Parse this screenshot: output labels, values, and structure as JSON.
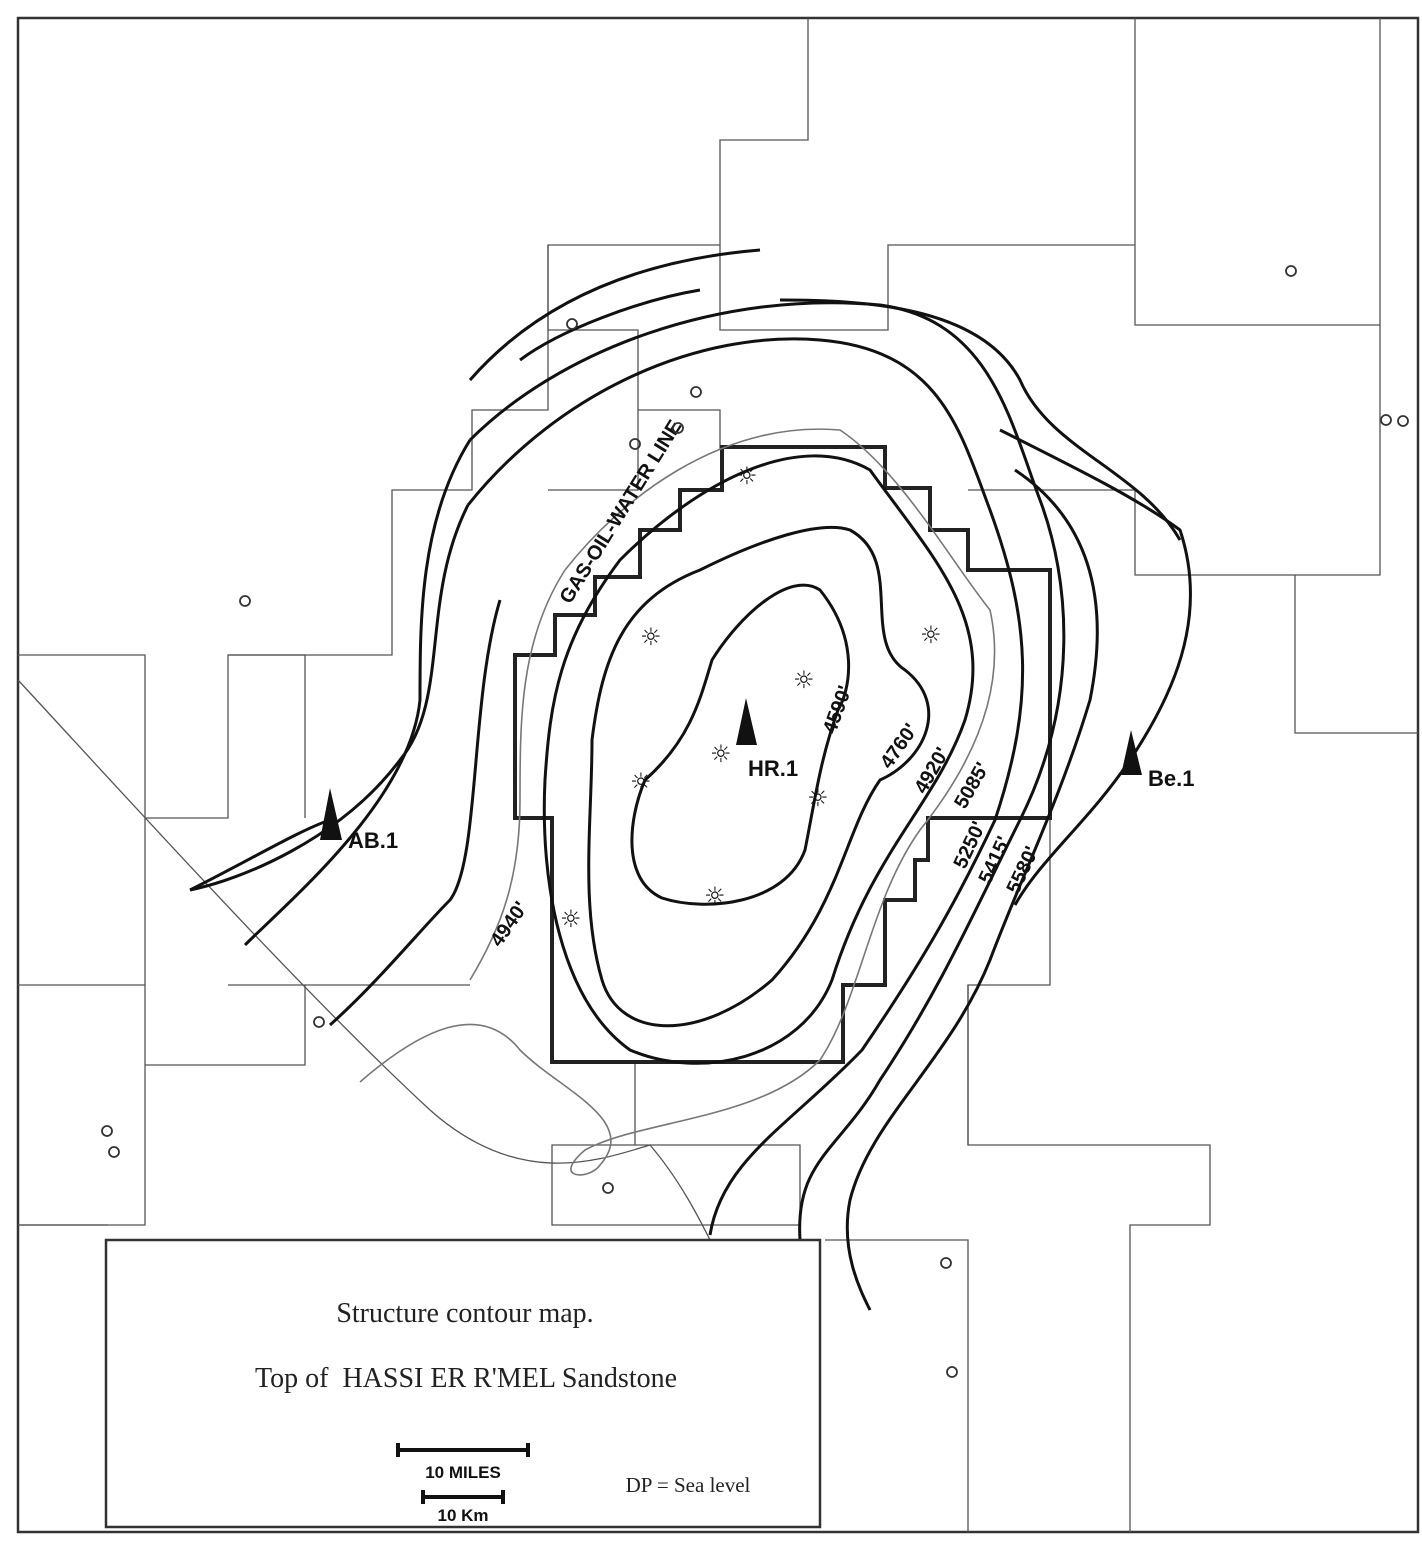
{
  "map": {
    "title_line1": "Structure contour map.",
    "title_line2": "Top of  HASSI ER R'MEL Sandstone",
    "datum_note": "DP = Sea level",
    "scale_miles": "10 MILES",
    "scale_km": "10 Km",
    "gas_oil_water_line_label": "GAS-OIL-WATER LINE",
    "contours": [
      "4590'",
      "4760'",
      "4920'",
      "4940'",
      "5085'",
      "5250'",
      "5415'",
      "5580'"
    ],
    "wells": [
      "AB.1",
      "HR.1",
      "Be.1"
    ],
    "star_symbol": "☼",
    "colors": {
      "ink": "#111111",
      "grid": "#555555",
      "paper": "#ffffff"
    }
  }
}
